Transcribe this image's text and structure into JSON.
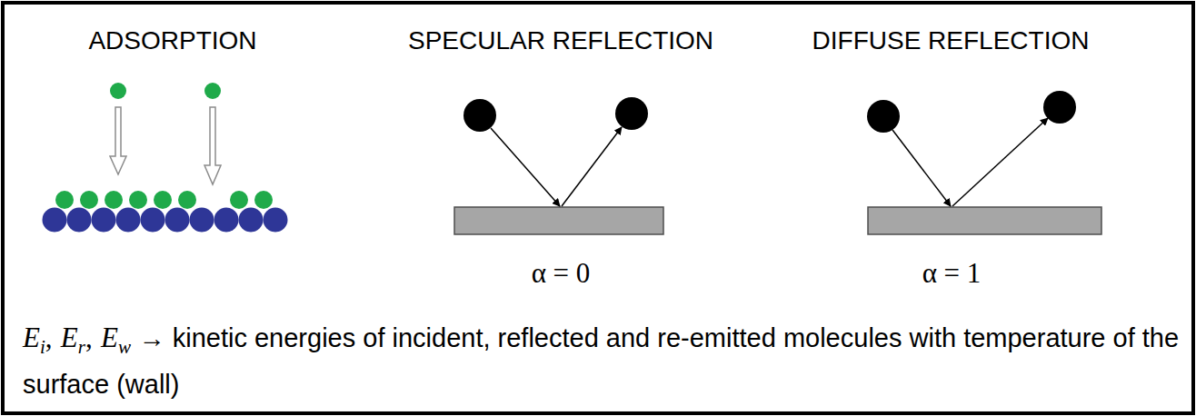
{
  "diagram": {
    "labels": [
      "ADSORPTION",
      "SPECULAR REFLECTION",
      "DIFFUSE REFLECTION",
      "α = 0",
      "α = 1",
      "E",
      "i",
      ",",
      "E",
      "r",
      ",",
      "E",
      "w",
      "→ kinetic energies of incident, reflected and re-emitted molecules with temperature of the surface (wall)"
    ]
  }
}
